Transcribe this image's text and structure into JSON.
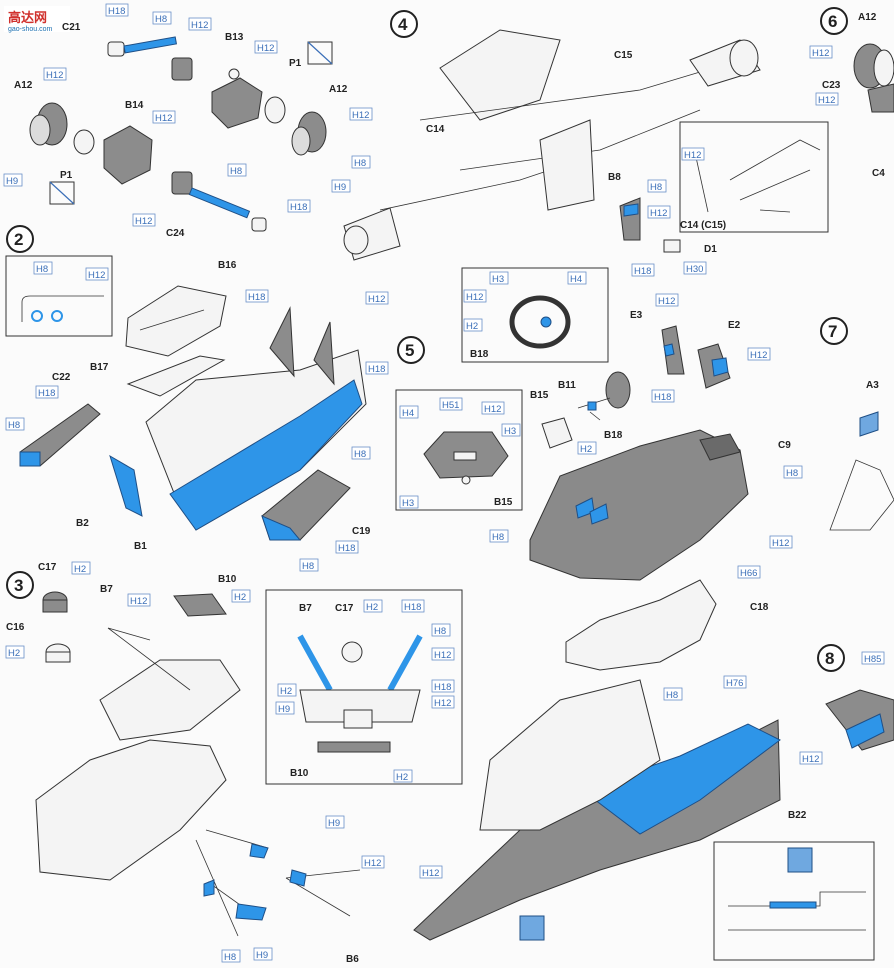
{
  "watermark": {
    "logo_text": "高达网",
    "url": "gao-shou.com"
  },
  "steps": {
    "s2": "2",
    "s3": "3",
    "s4": "4",
    "s5": "5",
    "s6": "6",
    "s7": "7",
    "s8": "8"
  },
  "parts": {
    "C21": "C21",
    "H18": "H18",
    "H8": "H8",
    "H12": "H12",
    "B13": "B13",
    "P1": "P1",
    "A12": "A12",
    "H9": "H9",
    "B14": "B14",
    "C24": "C24",
    "C15": "C15",
    "C14": "C14",
    "B8": "B8",
    "D1": "D1",
    "H30": "H30",
    "C14C15": "C14 (C15)",
    "C23": "C23",
    "C4": "C4",
    "B16": "B16",
    "B17": "B17",
    "C22": "C22",
    "B2": "B2",
    "B1": "B1",
    "C19": "C19",
    "H3": "H3",
    "H4": "H4",
    "H2": "H2",
    "B18": "B18",
    "E3": "E3",
    "E2": "E2",
    "B11": "B11",
    "B15": "B15",
    "H51": "H51",
    "C9": "C9",
    "H66": "H66",
    "C18": "C18",
    "A3": "A3",
    "C17": "C17",
    "C16": "C16",
    "B7": "B7",
    "B10": "B10",
    "B6": "B6",
    "B22": "B22",
    "H76": "H76",
    "H85": "H85"
  }
}
